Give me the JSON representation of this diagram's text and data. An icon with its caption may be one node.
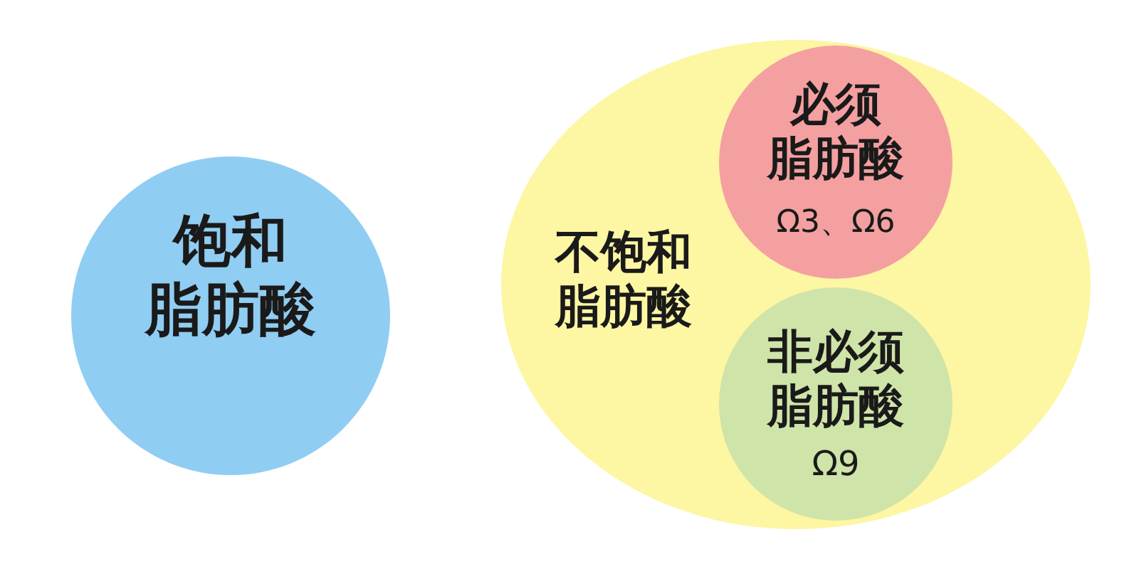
{
  "diagram": {
    "nodes": [
      {
        "text": [
          "饱和脂肪酸"
        ]
      },
      {
        "text": [
          "不饱和脂肪酸"
        ]
      },
      {
        "text": [
          "必须脂肪酸",
          "Ω3、Ω6"
        ],
        "in": 1
      },
      {
        "text": [
          "非必须脂肪酸",
          "Ω9"
        ],
        "in": 1
      }
    ]
  }
}
